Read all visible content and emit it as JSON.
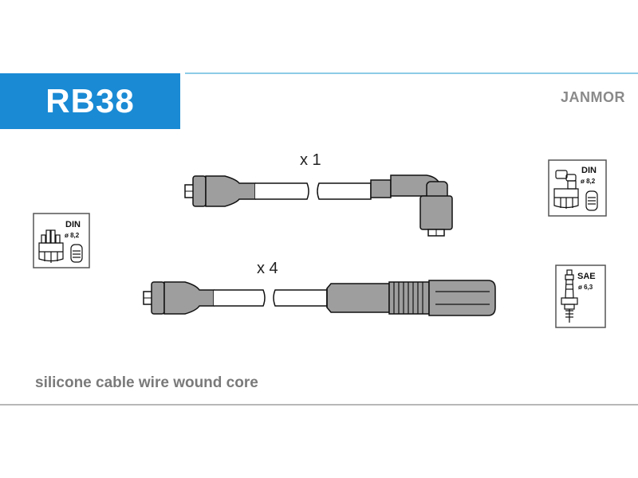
{
  "header": {
    "part_code": "RB38",
    "brand": "JANMOR"
  },
  "cables": [
    {
      "quantity_label": "x 1",
      "end_type": "angled"
    },
    {
      "quantity_label": "x 4",
      "end_type": "straight"
    }
  ],
  "standards": {
    "distributor_left": {
      "label": "DIN",
      "diameter": "ø 8,2"
    },
    "distributor_right": {
      "label": "DIN",
      "diameter": "ø 8,2"
    },
    "spark_plug": {
      "label": "SAE",
      "diameter": "ø 6,3"
    }
  },
  "description": "silicone cable wire wound core",
  "colors": {
    "accent": "#1a8ad4",
    "line": "#8ccbe8",
    "part_fill": "#9e9e9e"
  }
}
